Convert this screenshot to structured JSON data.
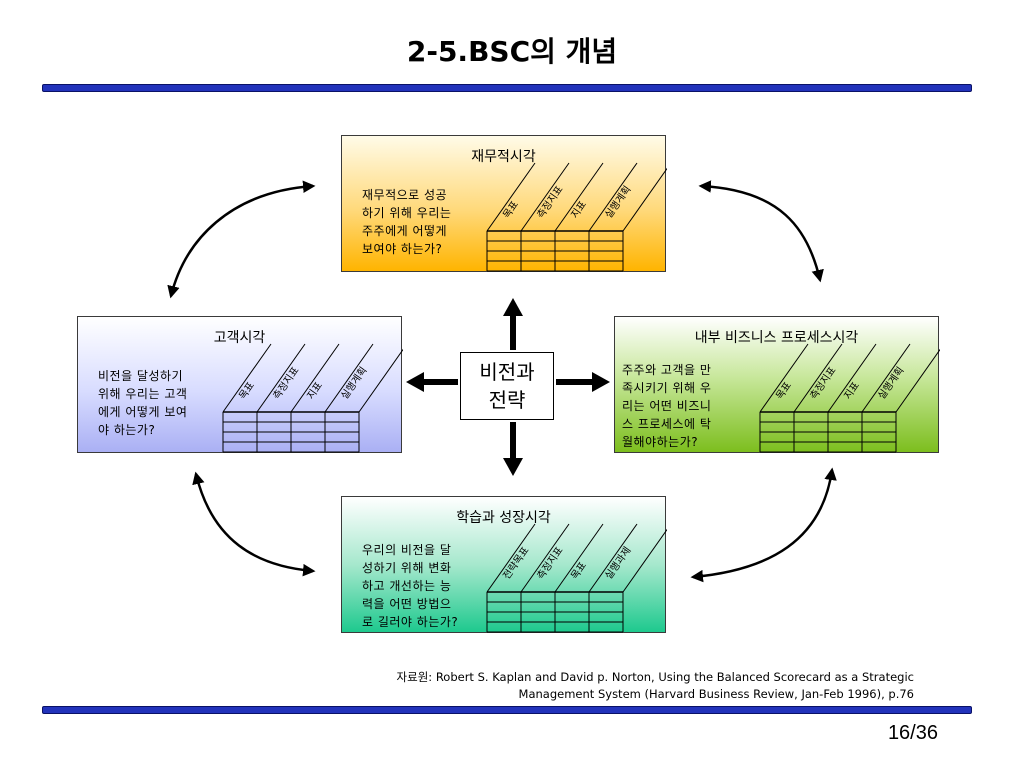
{
  "title": "2-5.BSC의 개념",
  "center": {
    "line1": "비전과",
    "line2": "전략"
  },
  "boxes": {
    "finance": {
      "title": "재무적시각",
      "text": [
        "재무적으로 성공",
        "하기 위해 우리는",
        "주주에게 어떻게",
        "보여야 하는가?"
      ],
      "columns": [
        "목표",
        "측정지표",
        "지표",
        "실행계획"
      ]
    },
    "customer": {
      "title": "고객시각",
      "text": [
        "비전을 달성하기",
        "위해 우리는 고객",
        "에게 어떻게 보여",
        "야 하는가?"
      ],
      "columns": [
        "목표",
        "측정지표",
        "지표",
        "실행계획"
      ]
    },
    "internal": {
      "title": "내부 비즈니스 프로세스시각",
      "text": [
        "주주와 고객을 만",
        "족시키기 위해 우",
        "리는 어떤 비즈니",
        "스 프로세스에 탁",
        "월해야하는가?"
      ],
      "columns": [
        "목표",
        "측정지표",
        "지표",
        "실행계획"
      ]
    },
    "learning": {
      "title": "학습과 성장시각",
      "text": [
        "우리의 비전을 달",
        "성하기 위해 변화",
        "하고 개선하는 능",
        "력을 어떤 방법으",
        "로 길러야 하는가?"
      ],
      "columns": [
        "전략목표",
        "측정지표",
        "목표",
        "실행과제"
      ]
    }
  },
  "source": {
    "line1": "자료원: Robert S. Kaplan and David p. Norton, Using the Balanced Scorecard as a Strategic",
    "line2": "Management System (Harvard Business Review, Jan-Feb 1996), p.76"
  },
  "page": "16/36",
  "colors": {
    "rule": "#2233bb",
    "finance": "#ffb400",
    "customer": "#aab0f4",
    "internal": "#7dbe1e",
    "learning": "#1ec98e"
  }
}
